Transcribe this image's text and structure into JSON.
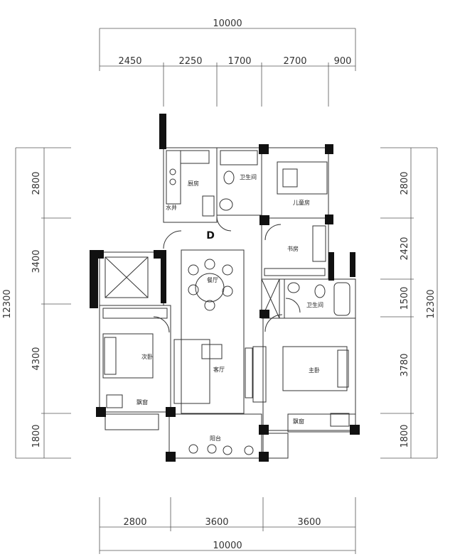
{
  "dimensions": {
    "top_total": "10000",
    "top_segments": [
      "2450",
      "2250",
      "1700",
      "2700",
      "900"
    ],
    "left_total": "12300",
    "left_segments": [
      "2800",
      "3400",
      "4300",
      "1800"
    ],
    "right_total": "12300",
    "right_segments": [
      "2800",
      "2420",
      "1500",
      "3780",
      "1800"
    ],
    "bottom_segments": [
      "2800",
      "3600",
      "3600"
    ],
    "bottom_total": "10000"
  },
  "unit_label": "D",
  "rooms": {
    "kitchen": "厨房",
    "water_well": "水井",
    "bathroom_top": "卫生间",
    "kids_room": "儿童房",
    "study": "书房",
    "dining": "餐厅",
    "bathroom_mid": "卫生间",
    "second_bedroom": "次卧",
    "bay_window_left": "飘窗",
    "living_room": "客厅",
    "master_bedroom": "主卧",
    "bay_window_right": "飘窗",
    "balcony": "阳台"
  }
}
